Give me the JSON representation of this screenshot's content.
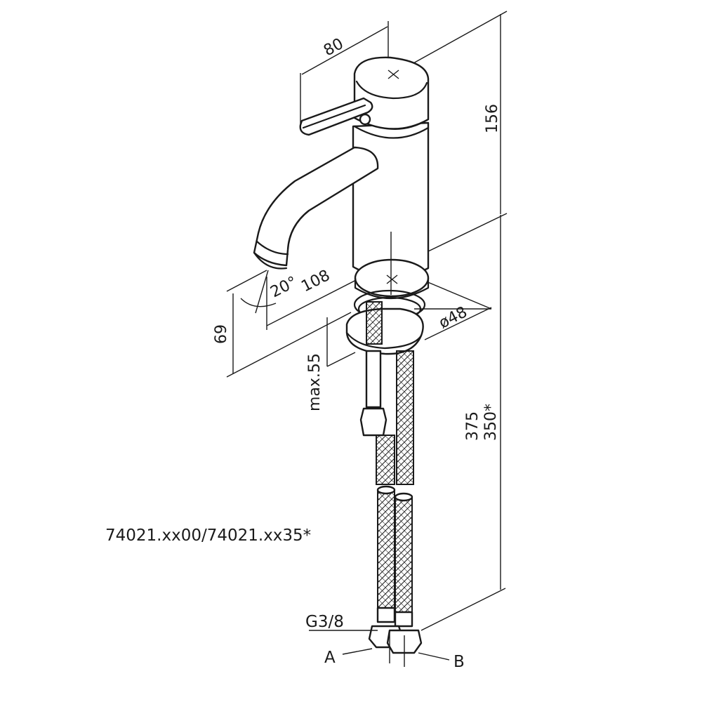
{
  "drawing": {
    "model_code": "74021.xx00/74021.xx35*",
    "dimensions": {
      "handle_reach": "80",
      "body_height": "156",
      "spout_reach": "108",
      "spout_angle": "20°",
      "spout_height": "69",
      "deck_thickness": "max.55",
      "base_diameter": "ø48",
      "hose_length": "375",
      "hose_length_alt": "350*"
    },
    "labels": {
      "thread": "G3/8",
      "inlet_a": "A",
      "inlet_b": "B"
    }
  }
}
